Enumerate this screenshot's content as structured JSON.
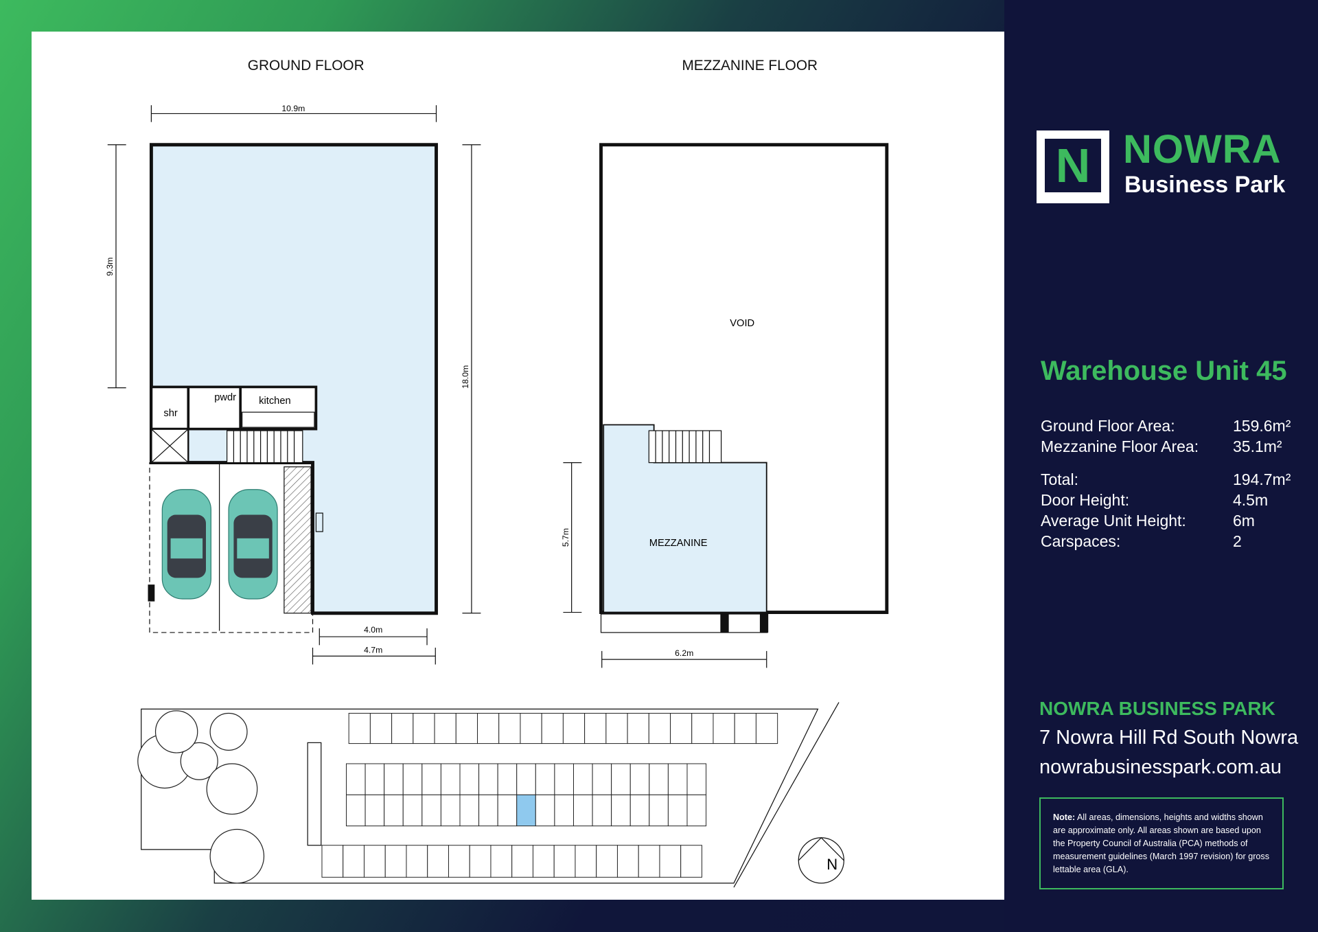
{
  "brand": {
    "logo_letter": "N",
    "name": "NOWRA",
    "subtitle": "Business Park"
  },
  "unit_title": "Warehouse Unit 45",
  "specs": [
    {
      "label": "Ground Floor Area:",
      "value": "159.6m²"
    },
    {
      "label": "Mezzanine Floor Area:",
      "value": "35.1m²"
    },
    {
      "label": "Total:",
      "value": "194.7m²"
    },
    {
      "label": "Door Height:",
      "value": "4.5m"
    },
    {
      "label": "Average Unit Height:",
      "value": "6m"
    },
    {
      "label": "Carspaces:",
      "value": "2"
    }
  ],
  "contact": {
    "park_name": "NOWRA BUSINESS PARK",
    "address": "7 Nowra Hill Rd South Nowra",
    "website": "nowrabusinesspark.com.au"
  },
  "note": {
    "label": "Note:",
    "text": " All areas, dimensions, heights and widths shown are approximate only. All areas shown are based upon the Property Council of Australia (PCA) methods of measurement guidelines (March 1997 revision) for gross lettable area (GLA)."
  },
  "ground_floor": {
    "title": "GROUND FLOOR",
    "dim_width": "10.9m",
    "dim_depth": "18.0m",
    "dim_front": "9.3m",
    "dim_door": "4.0m",
    "dim_door_total": "4.7m",
    "rooms": {
      "shower": "shr",
      "powder": "pwdr",
      "kitchen": "kitchen"
    }
  },
  "mezzanine_floor": {
    "title": "MEZZANINE FLOOR",
    "void_label": "VOID",
    "mezzanine_label": "MEZZANINE",
    "dim_depth": "5.7m",
    "dim_width": "6.2m"
  },
  "site_plan": {
    "north_label": "N"
  },
  "colors": {
    "accent": "#3dba5e",
    "navy": "#10143a",
    "floor_fill": "#dfeff9",
    "car": "#6cc5b5",
    "highlight": "#8fc9ee"
  }
}
